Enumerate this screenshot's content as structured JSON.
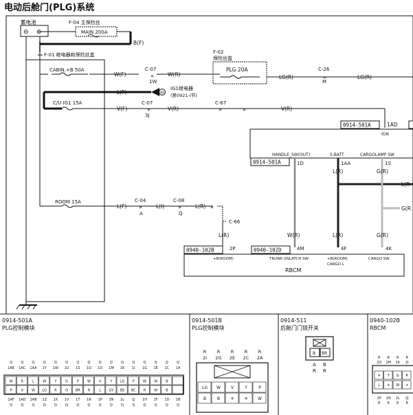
{
  "title": "电动后舱门(PLG)系统",
  "battery": "蓄电池",
  "battery_minus": "⊖",
  "battery_plus": "⊕",
  "f04_label": "F-04 主保险丝",
  "main_fuse": "MAIN 200A",
  "bf": "B(F)",
  "f01_label": "F-01 继电器和保险丝盒",
  "f02_label": "F-02",
  "f02_sub": "保险丝盒",
  "plg_fuse": "PLG 20A",
  "cabin_fuse": "CABIN.+B 50A",
  "cu_fuse": "C/U IG1 15A",
  "room_fuse": "ROOM 15A",
  "wires": {
    "wf": "W(F)",
    "wr": "W(R)",
    "c07_top": "C-07",
    "w1": "1W",
    "lgr1": "LG(R)",
    "lgr2": "LG(R)",
    "c26": "C-26",
    "m": "M",
    "lf1": "L(F)",
    "ig1_relay": "IG1继电器",
    "ig1_note": "(第0921-Ⅰ节)",
    "relay_num": "95",
    "vf": "V(F)",
    "c07_mid": "C-07",
    "j3": "3J",
    "vr1": "V(R)",
    "c67": "C-67",
    "vr2": "V(R)",
    "lf2": "L(F)",
    "c04": "C-04",
    "a": "A",
    "li": "L(I)",
    "c08": "C-08",
    "q": "Q",
    "lr1": "L(R)",
    "c66": "C-66",
    "lr_right": "L(R",
    "gr_right": "G(R",
    "lr2": "L(R)",
    "wr2": "W(R)",
    "lr3": "L(R)",
    "gr3": "G(R)",
    "lr4": "L(R)",
    "gr4": "G(R)"
  },
  "plg_module": {
    "connector_top": "0914-501A",
    "pin_1ad": "1AD",
    "ign": "IGN",
    "handle_sw": "HANDLE_SW(OUT)",
    "s_batt": "S.BATT",
    "cargolamp": "CARGOLAMP SW",
    "connector_bottom": "0914-501A",
    "pin_1d": "1D",
    "pin_1aa": "1AA",
    "pin_1s": "1S"
  },
  "rbcm": {
    "conn_left": "0940-102B",
    "pin_2p": "2P",
    "conn_mid": "0940-102D",
    "pin_4m": "4M",
    "pin_4f": "4F",
    "pin_4k": "4K",
    "b_room": "+B(ROOM)",
    "trunk_sw": "TRUNK UNLATCH SW",
    "b_room2": "+B(ROOM)",
    "cargo_l": "CARGO L",
    "cargo_sw": "CARGO SW",
    "name": "RBCM"
  },
  "panels": {
    "p1_code": "0914-501A",
    "p1_name": "PLG控制模块",
    "p2_code": "0914-501B",
    "p2_name": "PLG控制模块",
    "p3_code": "0914-511",
    "p3_name": "后舱门门锁开关",
    "p4_code": "0940-102B",
    "p4_name": "RBCM"
  },
  "p1_pins_top": [
    "1AE",
    "1AC",
    "1AA",
    "1Y",
    "1W",
    "1U",
    "1S",
    "1Q",
    "1O",
    "1M",
    "1K",
    "1I",
    "1G",
    "1E",
    "1C",
    "1A"
  ],
  "p1_row1": [
    "W",
    "R",
    "L",
    "W",
    "Y",
    "G",
    "P",
    "W",
    "V",
    "Y",
    "LG",
    "P",
    "W",
    "W",
    "B",
    ""
  ],
  "p1_row2": [
    "P",
    "V",
    "W",
    "LG",
    "R",
    "O",
    "BR",
    "R",
    "L",
    "GY",
    "BS",
    "BC",
    "R",
    "W",
    "B",
    ""
  ],
  "p1_pins_bottom": [
    "1AF",
    "1AD",
    "1AB",
    "1Z",
    "1X",
    "1V",
    "1T",
    "1R",
    "1P",
    "1N",
    "1L",
    "1J",
    "1H",
    "1F",
    "1D",
    "1B"
  ],
  "p2_pins_top": [
    "2I",
    "2G",
    "2E",
    "2C",
    "2A"
  ],
  "p2_row1": [
    "LG",
    "W",
    "V",
    "Y",
    "P"
  ],
  "p2_row2": [
    "B",
    "B",
    "✳",
    "✳",
    "W"
  ],
  "p3_pins": [
    "A",
    "B"
  ],
  "p3_letters": [
    "R",
    "R"
  ],
  "p3_cell1": "B",
  "p3_cell2": "BR",
  "p4_pins_top": [
    "2O",
    "2M",
    "2K",
    "2I"
  ],
  "p4_row1": [
    "✳",
    "Y",
    "G",
    "R"
  ],
  "p4_row2": [
    "L",
    "✳",
    "W",
    "✳"
  ],
  "p4_pins_bottom": [
    "2P",
    "2N",
    "2L",
    "2J"
  ]
}
